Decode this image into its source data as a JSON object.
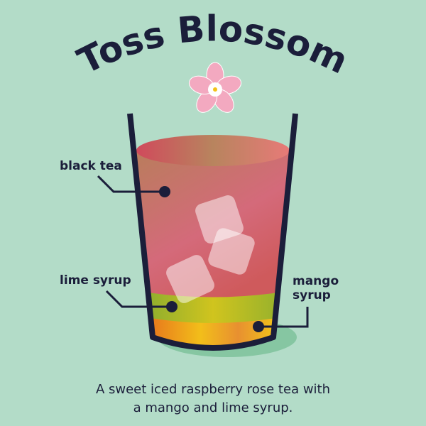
{
  "title": "Toss Blossom",
  "labels": {
    "black_tea": "black tea",
    "lime_syrup": "lime syrup",
    "mango_syrup_line1": "mango",
    "mango_syrup_line2": "syrup"
  },
  "caption": {
    "line1": "A sweet iced raspberry rose tea with",
    "line2": "a mango and lime syrup."
  },
  "colors": {
    "background": "#b3dcc8",
    "ink": "#1b1e3a",
    "tea": "#c8665e",
    "lime": "#a8b82a",
    "mango": "#f0a020",
    "shadow": "#86c6a2",
    "blossom": "#f3a9c0"
  }
}
